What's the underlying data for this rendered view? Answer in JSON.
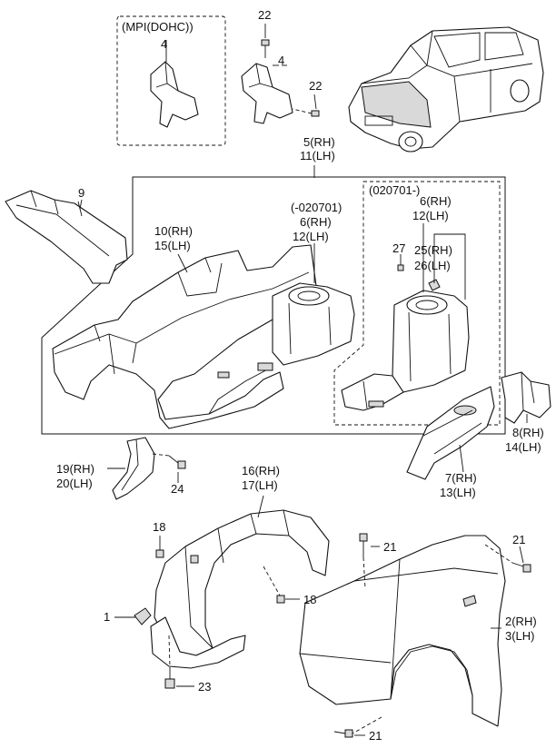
{
  "labels": {
    "mpi": "(MPI(DOHC))",
    "n4a": "4",
    "n4b": "4",
    "n22a": "22",
    "n22b": "22",
    "n5": "5(RH)",
    "n11": "11(LH)",
    "n9": "9",
    "n10": "10(RH)",
    "n15": "15(LH)",
    "rangeA": "(-020701)",
    "n6a": "6(RH)",
    "n12a": "12(LH)",
    "rangeB": "(020701-)",
    "n6b": "6(RH)",
    "n12b": "12(LH)",
    "n27": "27",
    "n25": "25(RH)",
    "n26": "26(LH)",
    "n8": "8(RH)",
    "n14": "14(LH)",
    "n7": "7(RH)",
    "n13": "13(LH)",
    "n19": "19(RH)",
    "n20": "20(LH)",
    "n24": "24",
    "n16": "16(RH)",
    "n17": "17(LH)",
    "n18a": "18",
    "n18b": "18",
    "n21a": "21",
    "n21b": "21",
    "n21c": "21",
    "n1": "1",
    "n2": "2(RH)",
    "n3": "3(LH)",
    "n23": "23"
  }
}
